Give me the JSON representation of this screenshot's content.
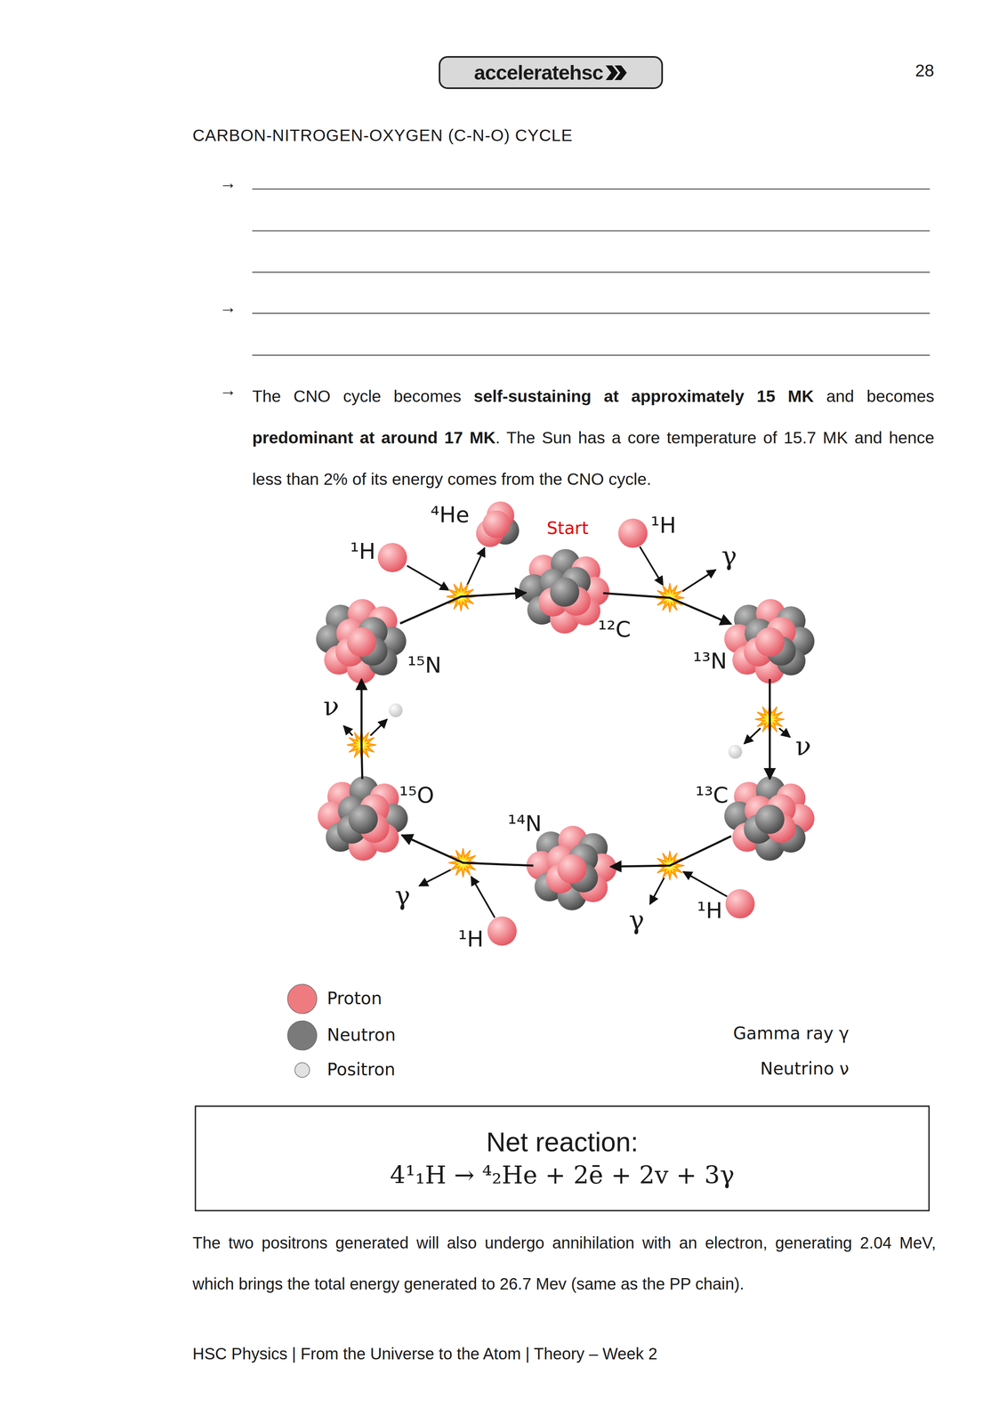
{
  "diagram": {
    "title": "CARBON-NITROGEN-OXYGEN (C-N-O) CYCLE",
    "nodes": [
      {
        "text": [
          "acceleratehsc"
        ]
      },
      {
        "text": [
          "¹²C"
        ]
      },
      {
        "text": [
          "¹³N"
        ]
      },
      {
        "text": [
          "¹³C"
        ]
      },
      {
        "text": [
          "¹⁴N"
        ]
      },
      {
        "text": [
          "¹⁵O"
        ]
      },
      {
        "text": [
          "¹⁵N"
        ]
      },
      {
        "text": [
          "Net reaction:",
          "4¹₁H → ⁴₂He + 2ē + 2v + 3γ"
        ]
      }
    ],
    "edges": [
      {
        "from": 1,
        "to": 2,
        "arrow": "to"
      },
      {
        "from": 2,
        "to": 3,
        "arrow": "to"
      },
      {
        "from": 3,
        "to": 4,
        "arrow": "to"
      },
      {
        "from": 4,
        "to": 5,
        "arrow": "to"
      },
      {
        "from": 5,
        "to": 6,
        "arrow": "to"
      },
      {
        "from": 6,
        "to": 1,
        "arrow": "to"
      }
    ],
    "labels": [
      "28",
      "→",
      "→",
      "→",
      "The CNO cycle becomes",
      "self-sustaining at approximately 15 MK",
      "and becomes",
      "predominant at around 17 MK",
      ". The Sun has a core temperature of 15.7 MK and hence less than 2% of its energy comes from the CNO cycle.",
      "Start",
      "¹H",
      "⁴He",
      "¹H",
      "γ",
      "ν",
      "¹H",
      "γ",
      "¹H",
      "γ",
      "ν",
      "The two positrons generated will also undergo annihilation with an electron, generating 2.04 MeV, which brings the total energy generated to 26.7 Mev (same as the PP chain).",
      "HSC Physics | From the Universe to the Atom | Theory – Week 2"
    ],
    "legend": [
      {
        "text": "Proton",
        "color": "#ee7b80"
      },
      {
        "text": "Neutron",
        "color": "#7a7a7a"
      },
      {
        "text": "Positron",
        "color": "#e2e2e2"
      },
      {
        "text": "Gamma ray γ"
      },
      {
        "text": "Neutrino ν"
      }
    ]
  }
}
